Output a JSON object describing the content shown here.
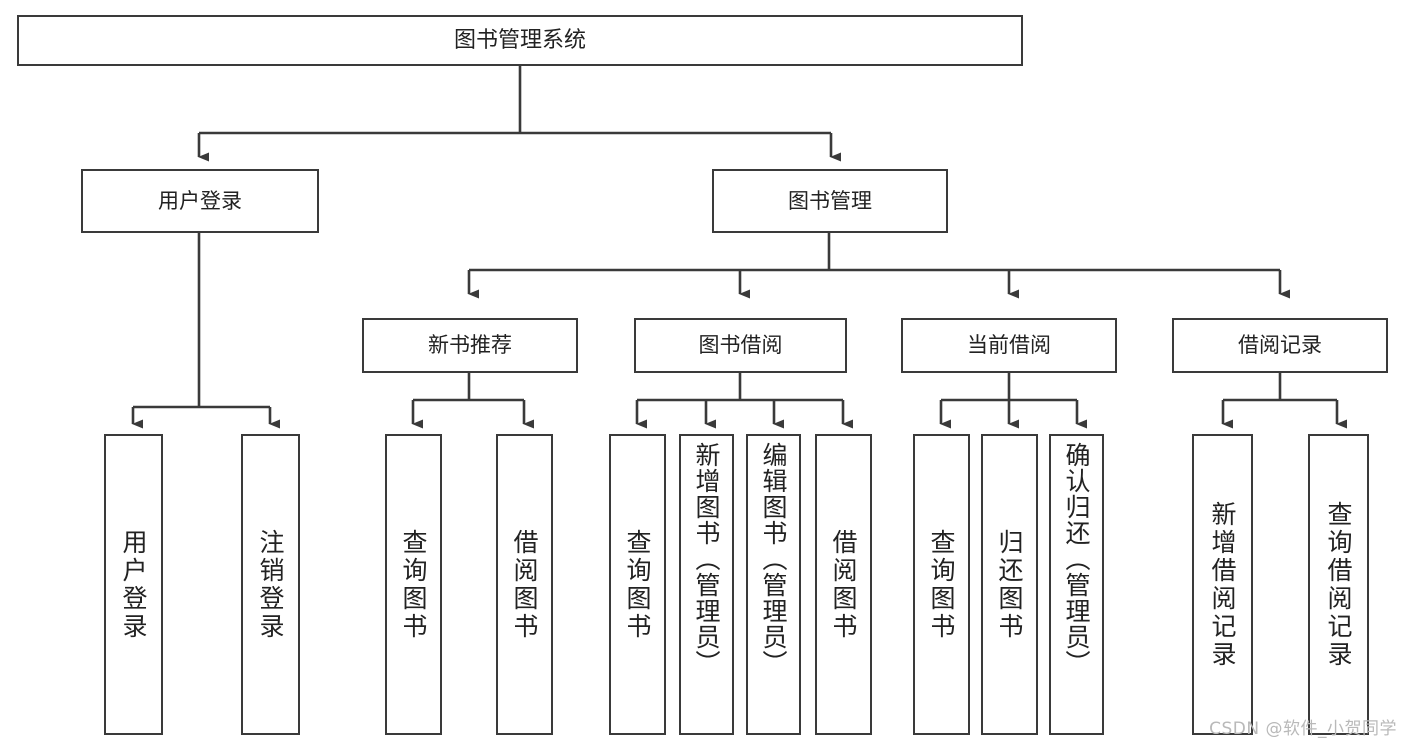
{
  "diagram": {
    "title": "图书管理系统",
    "type": "tree",
    "watermark": "CSDN @软件_小贺同学",
    "colors": {
      "stroke": "#3a3a3a",
      "fill": "#ffffff",
      "text": "#222222",
      "watermark": "#b9b9b9"
    },
    "nodes": {
      "root": {
        "label": "图书管理系统"
      },
      "level2": [
        {
          "id": "user-login",
          "label": "用户登录"
        },
        {
          "id": "book-management",
          "label": "图书管理"
        }
      ],
      "level3": [
        {
          "id": "new-book-recommend",
          "label": "新书推荐"
        },
        {
          "id": "book-borrow",
          "label": "图书借阅"
        },
        {
          "id": "current-borrow",
          "label": "当前借阅"
        },
        {
          "id": "borrow-record",
          "label": "借阅记录"
        }
      ],
      "leaves": {
        "user_login": [
          {
            "id": "leaf-user-login",
            "label": "用户登录"
          },
          {
            "id": "leaf-logout-login",
            "label": "注销登录"
          }
        ],
        "new_book_recommend": [
          {
            "id": "leaf-query-book-1",
            "label": "查询图书"
          },
          {
            "id": "leaf-borrow-book-1",
            "label": "借阅图书"
          }
        ],
        "book_borrow": [
          {
            "id": "leaf-query-book-2",
            "label": "查询图书"
          },
          {
            "id": "leaf-add-book",
            "label": "新增图书（管理员）"
          },
          {
            "id": "leaf-edit-book",
            "label": "编辑图书（管理员）"
          },
          {
            "id": "leaf-borrow-book-2",
            "label": "借阅图书"
          }
        ],
        "current_borrow": [
          {
            "id": "leaf-query-book-3",
            "label": "查询图书"
          },
          {
            "id": "leaf-return-book",
            "label": "归还图书"
          },
          {
            "id": "leaf-confirm-return",
            "label": "确认归还（管理员）"
          }
        ],
        "borrow_record": [
          {
            "id": "leaf-add-borrow-record",
            "label": "新增借阅记录"
          },
          {
            "id": "leaf-query-borrow-record",
            "label": "查询借阅记录"
          }
        ]
      }
    }
  }
}
